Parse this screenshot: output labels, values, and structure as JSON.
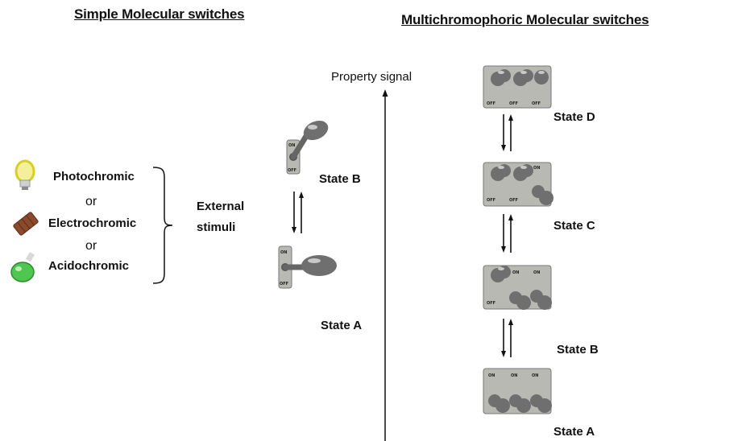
{
  "headings": {
    "simple": "Simple Molecular switches",
    "multi": "Multichromophoric Molecular switches"
  },
  "stimuli": {
    "items": [
      {
        "label": "Photochromic",
        "icon": "light-bulb-icon"
      },
      {
        "label": "Electrochromic",
        "icon": "battery-icon"
      },
      {
        "label": "Acidochromic",
        "icon": "flask-icon"
      }
    ],
    "or_word": "or",
    "external": [
      "External",
      "stimuli"
    ]
  },
  "simple_switch": {
    "state_b": "State B",
    "state_a": "State A",
    "on": "ON",
    "off": "OFF"
  },
  "axis": {
    "label": "Property signal"
  },
  "multi_switch": {
    "state_d": "State D",
    "state_c": "State C",
    "state_b": "State B",
    "state_a": "State A"
  },
  "colors": {
    "plate": "#b9b9b4",
    "knob": "#6f6f6f",
    "bulb": "#f4ef9a",
    "battery": "#8b4a2b",
    "flask": "#4fc64f"
  }
}
